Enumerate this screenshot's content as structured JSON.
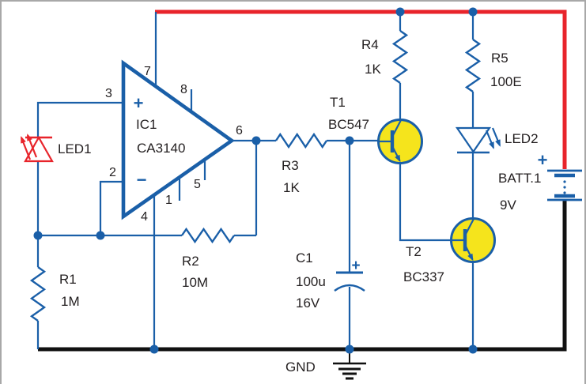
{
  "colors": {
    "wire_blue": "#1a5fa8",
    "power_rail_red": "#e8242b",
    "ground_rail_black": "#111111",
    "transistor_fill_yellow": "#f5e41c",
    "label_black": "#231f20",
    "led1_red": "#e8242b"
  },
  "components": {
    "ic1": {
      "ref": "IC1",
      "part": "CA3140",
      "plus": "+",
      "minus": "−",
      "pins": {
        "noninv": "3",
        "inv": "2",
        "vplus": "7",
        "strobe": "8",
        "vminus": "4",
        "offset1": "1",
        "offset2": "5",
        "out": "6"
      }
    },
    "led1": {
      "ref": "LED1"
    },
    "led2": {
      "ref": "LED2"
    },
    "r1": {
      "ref": "R1",
      "value": "1M"
    },
    "r2": {
      "ref": "R2",
      "value": "10M"
    },
    "r3": {
      "ref": "R3",
      "value": "1K"
    },
    "r4": {
      "ref": "R4",
      "value": "1K"
    },
    "r5": {
      "ref": "R5",
      "value": "100E"
    },
    "c1": {
      "ref": "C1",
      "value": "100u",
      "rating": "16V",
      "plus": "+"
    },
    "t1": {
      "ref": "T1",
      "part": "BC547"
    },
    "t2": {
      "ref": "T2",
      "part": "BC337"
    },
    "batt1": {
      "ref": "BATT.1",
      "value": "9V",
      "plus": "+"
    },
    "gnd": {
      "label": "GND"
    }
  }
}
